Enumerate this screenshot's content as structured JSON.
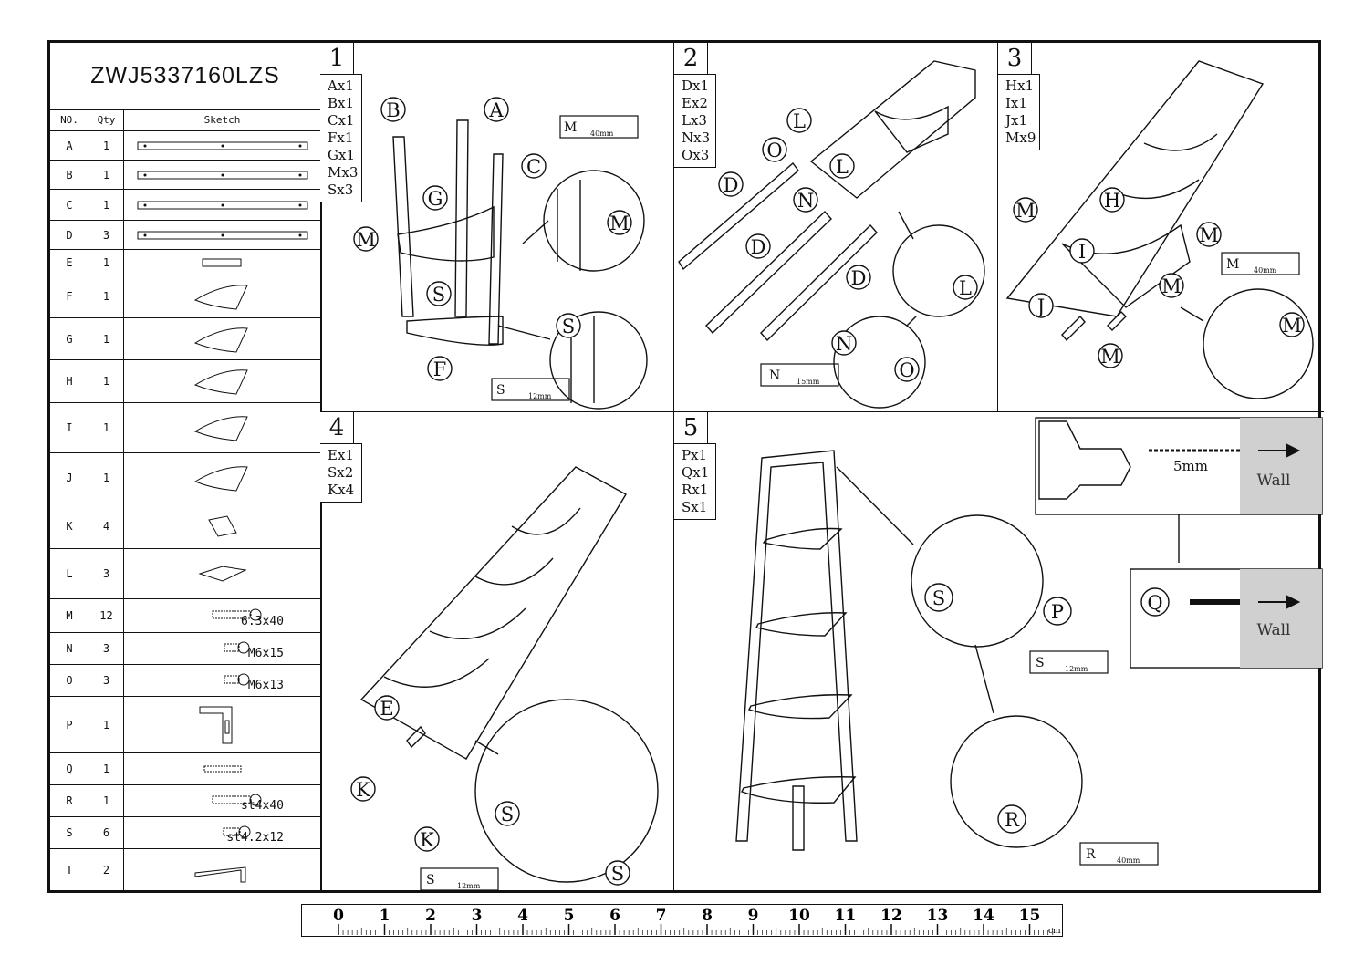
{
  "model": "ZWJ5337160LZS",
  "table_header": {
    "no": "NO.",
    "qty": "Qty",
    "sketch": "Sketch"
  },
  "parts": [
    {
      "no": "A",
      "qty": "1",
      "spec": ""
    },
    {
      "no": "B",
      "qty": "1",
      "spec": ""
    },
    {
      "no": "C",
      "qty": "1",
      "spec": ""
    },
    {
      "no": "D",
      "qty": "3",
      "spec": ""
    },
    {
      "no": "E",
      "qty": "1",
      "spec": ""
    },
    {
      "no": "F",
      "qty": "1",
      "spec": ""
    },
    {
      "no": "G",
      "qty": "1",
      "spec": ""
    },
    {
      "no": "H",
      "qty": "1",
      "spec": ""
    },
    {
      "no": "I",
      "qty": "1",
      "spec": ""
    },
    {
      "no": "J",
      "qty": "1",
      "spec": ""
    },
    {
      "no": "K",
      "qty": "4",
      "spec": ""
    },
    {
      "no": "L",
      "qty": "3",
      "spec": ""
    },
    {
      "no": "M",
      "qty": "12",
      "spec": "6.3x40"
    },
    {
      "no": "N",
      "qty": "3",
      "spec": "M6x15"
    },
    {
      "no": "O",
      "qty": "3",
      "spec": "M6x13"
    },
    {
      "no": "P",
      "qty": "1",
      "spec": ""
    },
    {
      "no": "Q",
      "qty": "1",
      "spec": ""
    },
    {
      "no": "R",
      "qty": "1",
      "spec": "st4x40"
    },
    {
      "no": "S",
      "qty": "6",
      "spec": "st4.2x12"
    },
    {
      "no": "T",
      "qty": "2",
      "spec": ""
    }
  ],
  "steps": [
    {
      "number": "1",
      "items": [
        "Ax1",
        "Bx1",
        "Cx1",
        "Fx1",
        "Gx1",
        "Mx3",
        "Sx3"
      ],
      "callouts": [
        "B",
        "A",
        "C",
        "G",
        "M",
        "M",
        "S",
        "S",
        "F"
      ],
      "screw_boxes": [
        {
          "letter": "M",
          "size": "40mm"
        },
        {
          "letter": "S",
          "size": "12mm"
        }
      ]
    },
    {
      "number": "2",
      "items": [
        "Dx1",
        "Ex2",
        "Lx3",
        "Nx3",
        "Ox3"
      ],
      "callouts": [
        "L",
        "O",
        "L",
        "N",
        "D",
        "D",
        "D",
        "L",
        "N",
        "O"
      ],
      "screw_boxes": [
        {
          "letter": "N",
          "size": "15mm"
        }
      ]
    },
    {
      "number": "3",
      "items": [
        "Hx1",
        "Ix1",
        "Jx1",
        "Mx9"
      ],
      "callouts": [
        "H",
        "M",
        "M",
        "I",
        "J",
        "M",
        "M",
        "M"
      ],
      "screw_boxes": [
        {
          "letter": "M",
          "size": "40mm"
        }
      ]
    },
    {
      "number": "4",
      "items": [
        "Ex1",
        "Sx2",
        "Kx4"
      ],
      "callouts": [
        "E",
        "K",
        "K",
        "S",
        "S"
      ],
      "screw_boxes": [
        {
          "letter": "S",
          "size": "12mm"
        }
      ]
    },
    {
      "number": "5",
      "items": [
        "Px1",
        "Qx1",
        "Rx1",
        "Sx1"
      ],
      "callouts": [
        "S",
        "P",
        "R",
        "Q"
      ],
      "screw_boxes": [
        {
          "letter": "S",
          "size": "12mm"
        },
        {
          "letter": "R",
          "size": "40mm"
        }
      ]
    }
  ],
  "wall_label": "Wall",
  "drill_size": "5mm",
  "ruler": {
    "ticks": [
      "0",
      "1",
      "2",
      "3",
      "4",
      "5",
      "6",
      "7",
      "8",
      "9",
      "10",
      "11",
      "12",
      "13",
      "14",
      "15"
    ],
    "unit": "cm"
  }
}
